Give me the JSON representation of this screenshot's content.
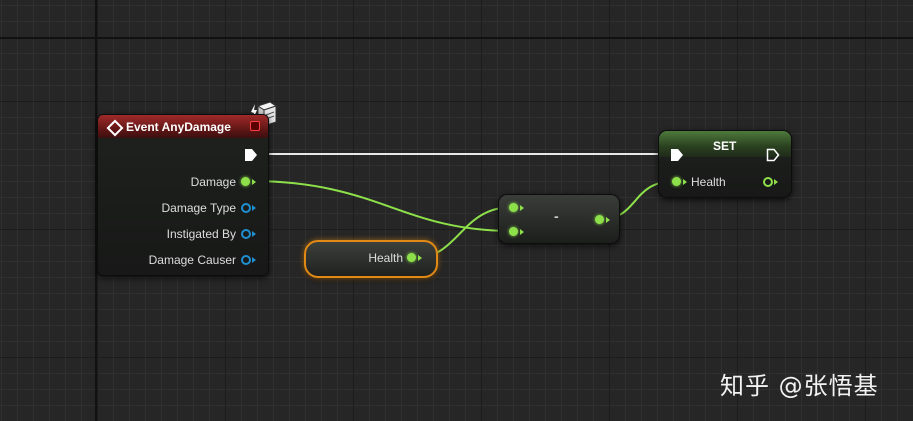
{
  "event_node": {
    "title": "Event AnyDamage",
    "pins": [
      {
        "label": "Damage",
        "type": "float"
      },
      {
        "label": "Damage Type",
        "type": "object"
      },
      {
        "label": "Instigated By",
        "type": "object"
      },
      {
        "label": "Damage Causer",
        "type": "object"
      }
    ]
  },
  "health_getter": {
    "label": "Health"
  },
  "subtract_node": {
    "op": "-"
  },
  "set_node": {
    "title": "SET",
    "pin_label": "Health"
  },
  "colors": {
    "float_pin": "#8de04a",
    "object_pin": "#1f8fd1",
    "event_header": "#a02a2a",
    "set_header": "#4e7a3c",
    "selection": "#e08a15"
  },
  "watermark": "知乎 @张悟基"
}
